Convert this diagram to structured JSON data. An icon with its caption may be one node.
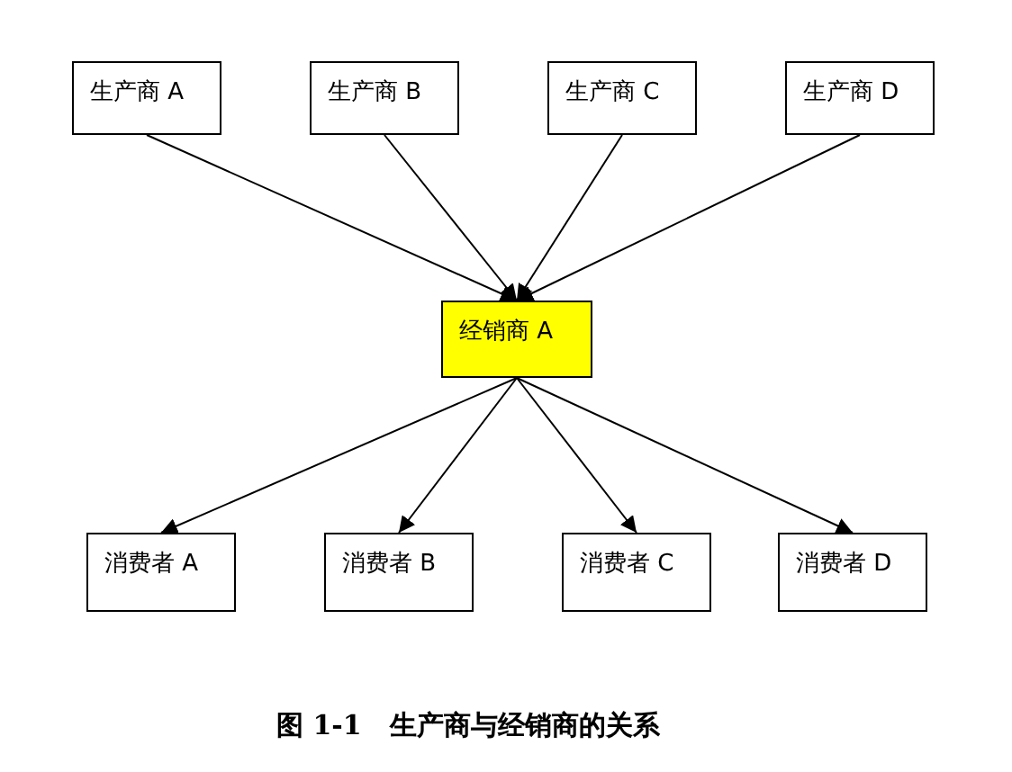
{
  "diagram": {
    "caption": "图 1-1   生产商与经销商的关系",
    "nodes": [
      {
        "text": [
          "生产商 A"
        ]
      },
      {
        "text": [
          "生产商 B"
        ]
      },
      {
        "text": [
          "生产商 C"
        ]
      },
      {
        "text": [
          "生产商 D"
        ]
      },
      {
        "text": [
          "经销商 A"
        ]
      },
      {
        "text": [
          "消费者 A"
        ]
      },
      {
        "text": [
          "消费者 B"
        ]
      },
      {
        "text": [
          "消费者 C"
        ]
      },
      {
        "text": [
          "消费者 D"
        ]
      }
    ],
    "edges": [
      {
        "from": 0,
        "to": 4,
        "arrow": "to"
      },
      {
        "from": 1,
        "to": 4,
        "arrow": "to"
      },
      {
        "from": 2,
        "to": 4,
        "arrow": "to"
      },
      {
        "from": 3,
        "to": 4,
        "arrow": "to"
      },
      {
        "from": 4,
        "to": 5,
        "arrow": "to"
      },
      {
        "from": 4,
        "to": 6,
        "arrow": "to"
      },
      {
        "from": 4,
        "to": 7,
        "arrow": "to"
      },
      {
        "from": 4,
        "to": 8,
        "arrow": "to"
      }
    ]
  }
}
